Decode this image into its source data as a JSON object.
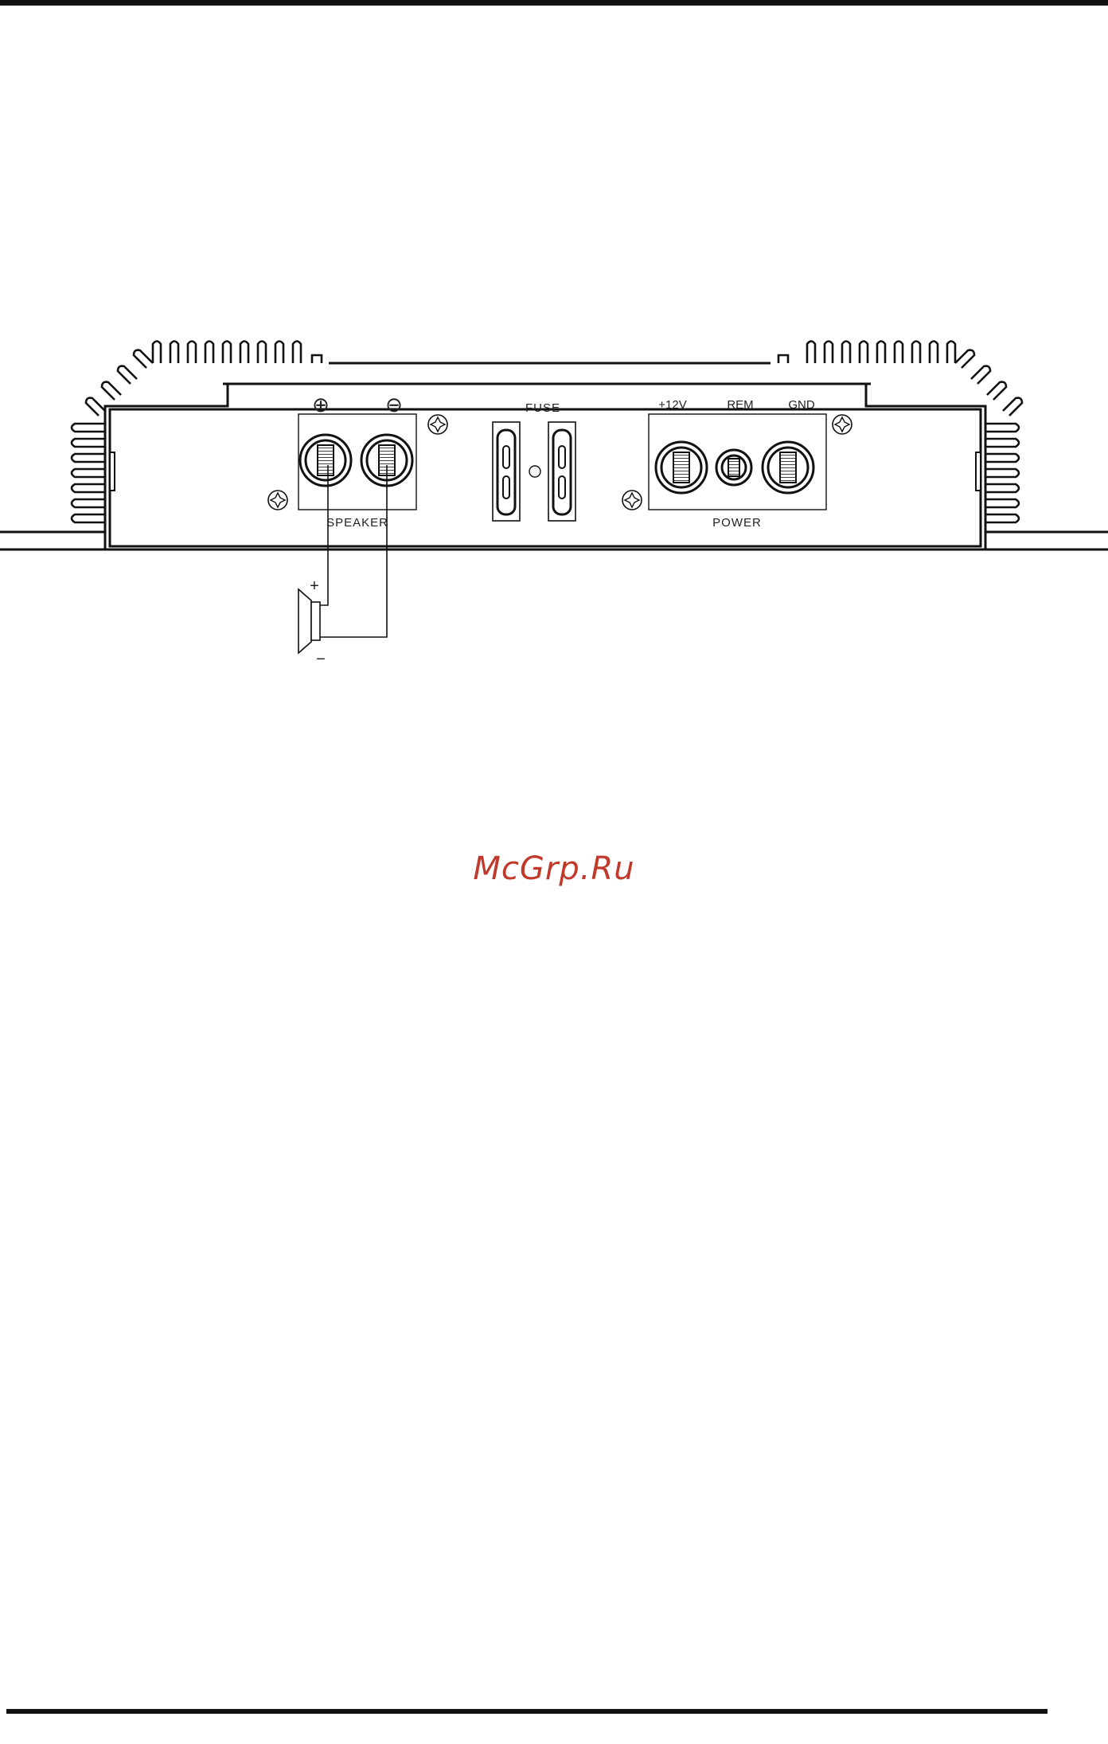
{
  "amplifier": {
    "speaker": {
      "positive_symbol": "⊕",
      "negative_symbol": "⊖",
      "label": "SPEAKER"
    },
    "fuse": {
      "label": "FUSE"
    },
    "power": {
      "terminals": [
        "+12V",
        "REM",
        "GND"
      ],
      "label": "POWER"
    },
    "speaker_unit": {
      "plus": "+",
      "minus": "−"
    }
  },
  "watermark": "McGrp.Ru",
  "colors": {
    "line": "#111111",
    "watermark": "#c0392b"
  }
}
